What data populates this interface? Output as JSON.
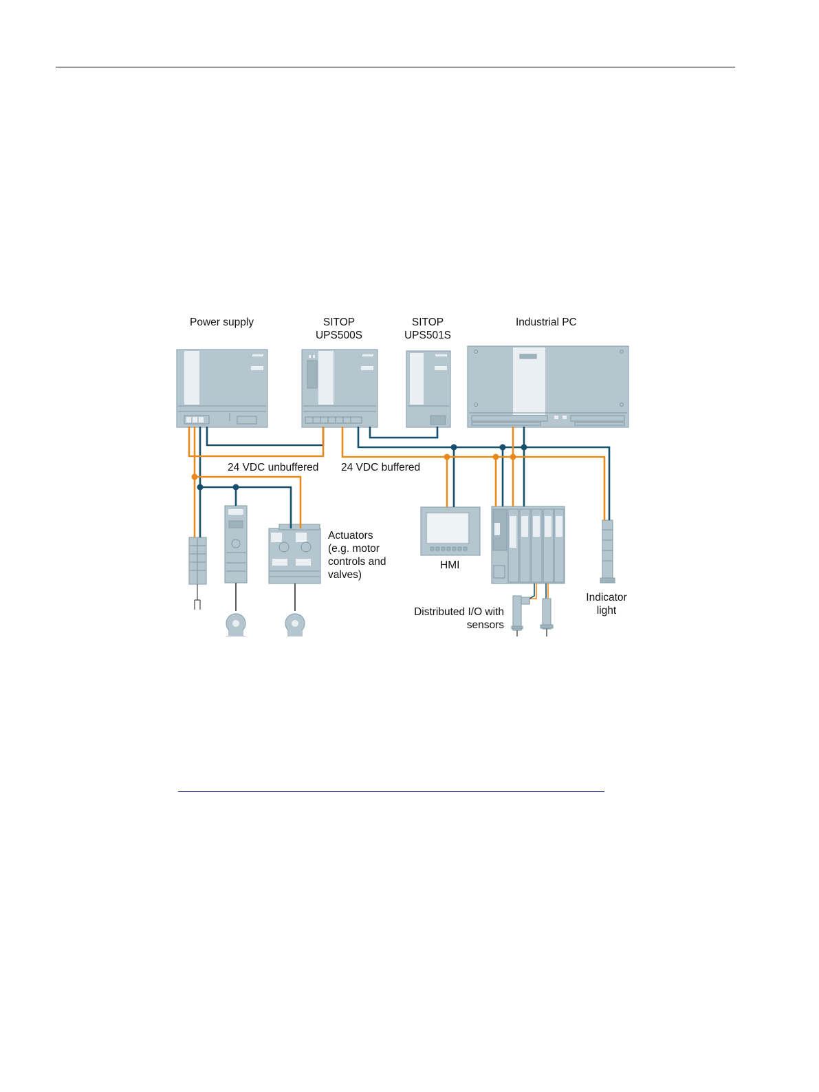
{
  "labels": {
    "power_supply": "Power supply",
    "ups500s_line1": "SITOP",
    "ups500s_line2": "UPS500S",
    "ups501s_line1": "SITOP",
    "ups501s_line2": "UPS501S",
    "industrial_pc": "Industrial PC",
    "unbuffered": "24 VDC unbuffered",
    "buffered": "24 VDC buffered",
    "actuators_line1": "Actuators",
    "actuators_line2": "(e.g. motor",
    "actuators_line3": "controls and",
    "actuators_line4": "valves)",
    "hmi": "HMI",
    "distributed_io_line1": "Distributed I/O with",
    "distributed_io_line2": "sensors",
    "indicator_line1": "Indicator",
    "indicator_line2": "light"
  },
  "colors": {
    "buffered_wire": "#e8891b",
    "ground_wire": "#154f6d",
    "device_fill": "#b5c6cf"
  }
}
